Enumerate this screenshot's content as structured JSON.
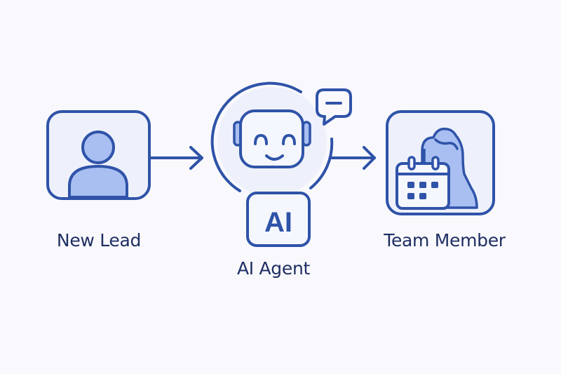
{
  "colors": {
    "stroke": "#2f53a8",
    "fill_light": "#a9bff2",
    "box_bg": "#eef1fc",
    "halo": "#eef1fb",
    "text": "#1f2e63",
    "background": "#f9f9fd"
  },
  "nodes": [
    {
      "id": "new-lead",
      "label": "New Lead",
      "icon": "user-icon"
    },
    {
      "id": "ai-agent",
      "label": "AI Agent",
      "icon": "robot-icon",
      "badge": "AI"
    },
    {
      "id": "team-member",
      "label": "Team Member",
      "icon": "team-member-calendar-icon"
    }
  ],
  "edges": [
    {
      "from": "new-lead",
      "to": "ai-agent"
    },
    {
      "from": "ai-agent",
      "to": "team-member"
    }
  ]
}
